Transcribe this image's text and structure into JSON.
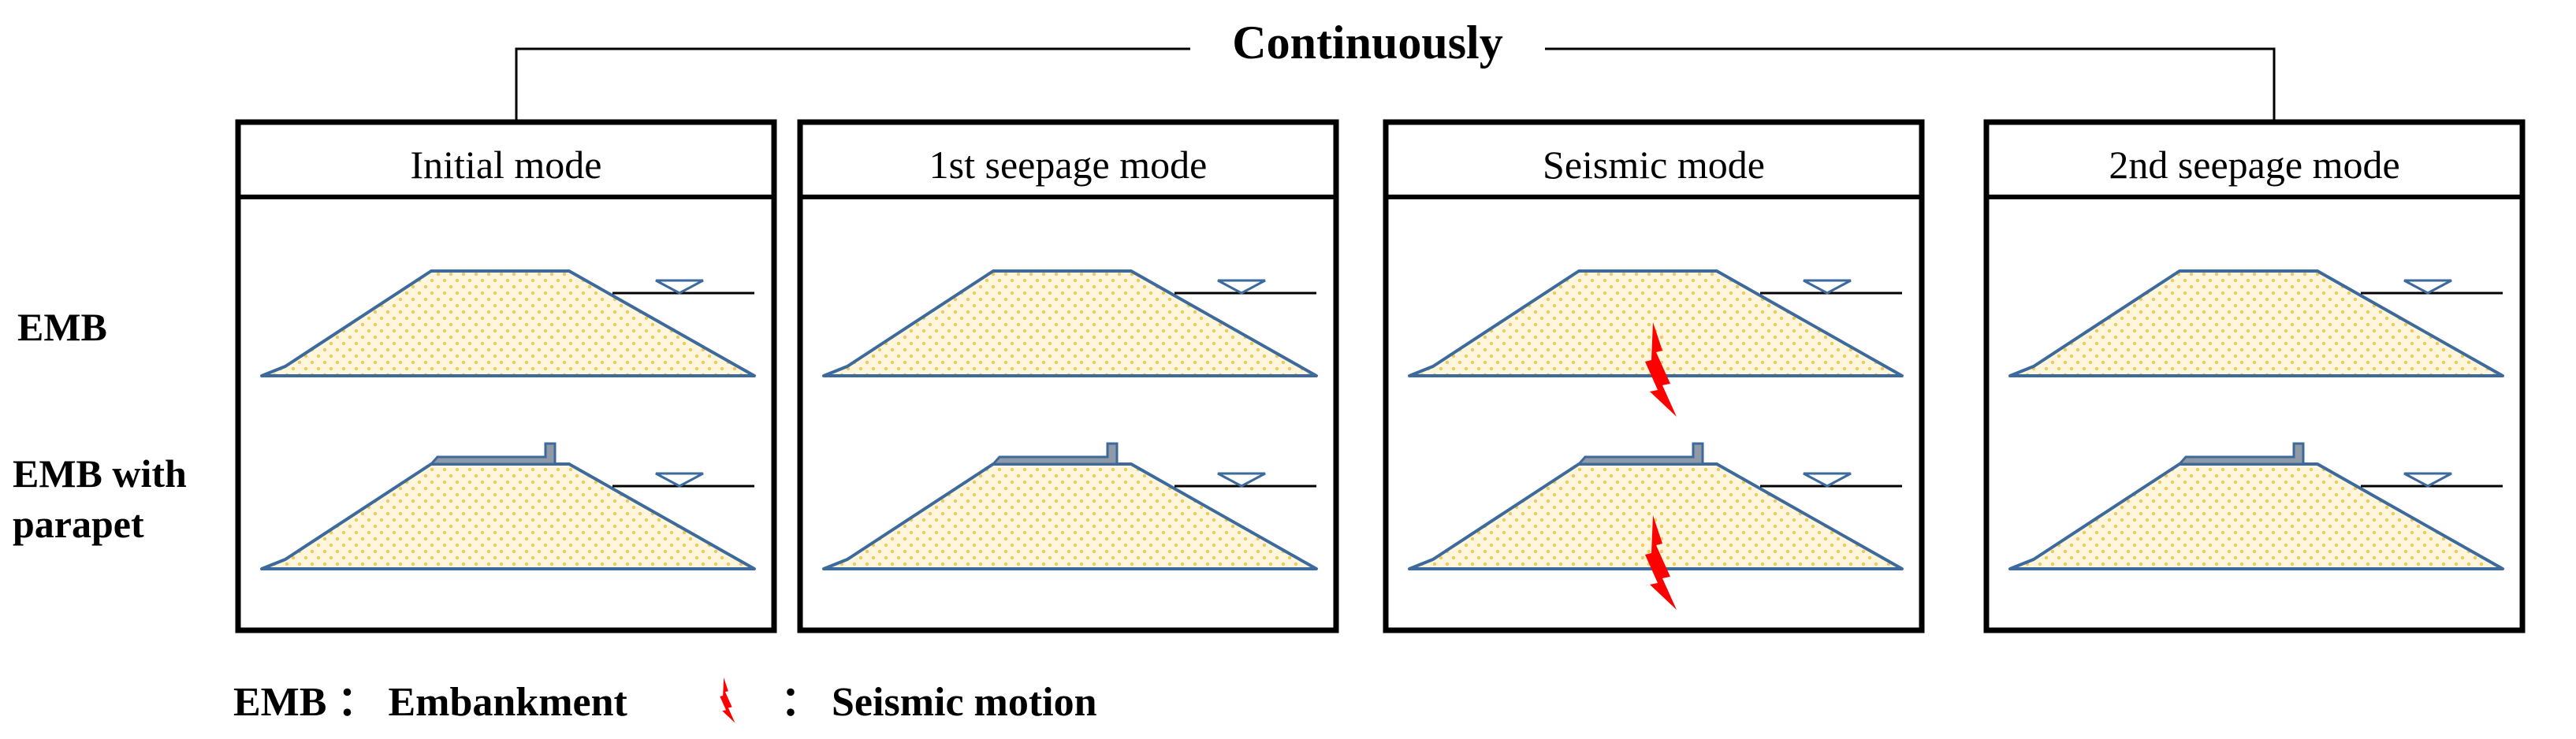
{
  "title": "Continuously",
  "modes": [
    {
      "label": "Initial mode",
      "seismic": false
    },
    {
      "label": "1st seepage mode",
      "seismic": false
    },
    {
      "label": "Seismic mode",
      "seismic": true
    },
    {
      "label": "2nd seepage mode",
      "seismic": false
    }
  ],
  "rows": [
    {
      "label_lines": [
        "EMB"
      ],
      "parapet": false
    },
    {
      "label_lines": [
        "EMB with",
        "parapet"
      ],
      "parapet": true
    }
  ],
  "legend": {
    "emb_key": "EMB",
    "emb_sep": "：",
    "emb_text": "Embankment",
    "seismic_sep": "：",
    "seismic_text": "Seismic motion"
  },
  "colors": {
    "frame": "#000000",
    "embankment_outline": "#3d6a9c",
    "embankment_fill": "#fff6dc",
    "embankment_dots": "#f0c860",
    "parapet_fill": "#8f9aa6",
    "seismic": "#ff0000",
    "water_line": "#000000"
  }
}
